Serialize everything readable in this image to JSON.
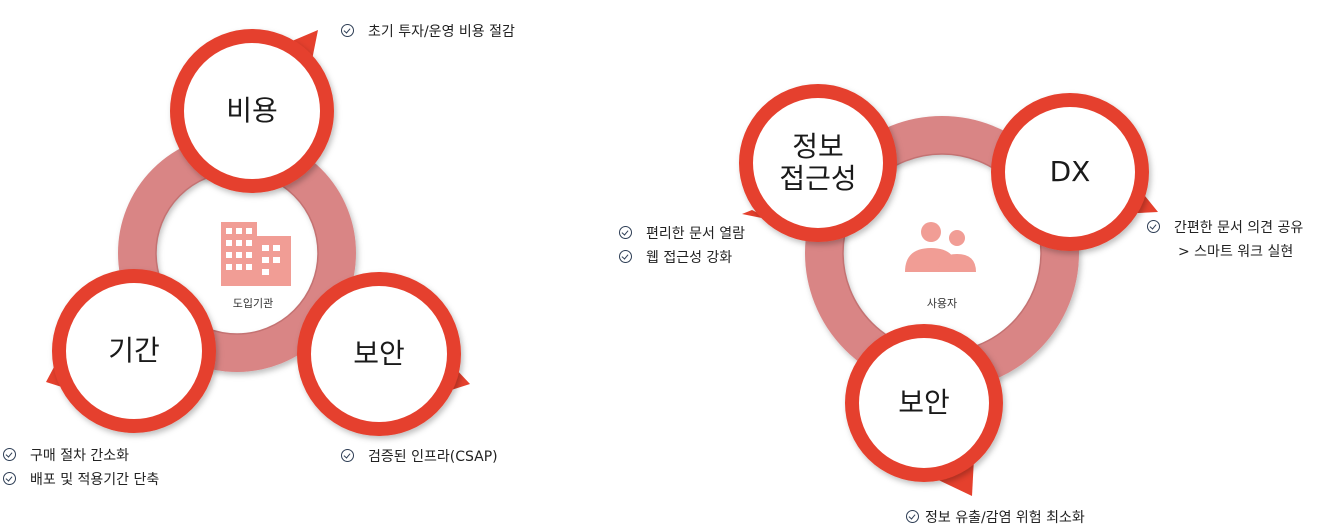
{
  "colors": {
    "ring": "#d98585",
    "ring_inner_edge": "#c06b6b",
    "node_border": "#e5402d",
    "icon": "#f19d95"
  },
  "left_diagram": {
    "center_icon": "building-icon",
    "center_label": "도입기관",
    "nodes": {
      "top": "비용",
      "bottom_left": "기간",
      "bottom_right": "보안"
    },
    "bullets_top": [
      "초기 투자/운영 비용 절감"
    ],
    "bullets_bottom_left": [
      "구매 절차 간소화",
      "배포 및 적용기간 단축"
    ],
    "bullets_bottom_right": [
      "검증된 인프라(CSAP)"
    ]
  },
  "right_diagram": {
    "center_icon": "users-icon",
    "center_label": "사용자",
    "nodes": {
      "top_left": "정보\n접근성",
      "top_right": "DX",
      "bottom": "보안"
    },
    "bullets_left": [
      "편리한 문서 열람",
      "웹 접근성 강화"
    ],
    "bullets_right": [
      "간편한 문서 의견 공유",
      "> 스마트 워크 실현"
    ],
    "bullets_bottom": [
      "정보 유출/감염 위험 최소화"
    ]
  }
}
